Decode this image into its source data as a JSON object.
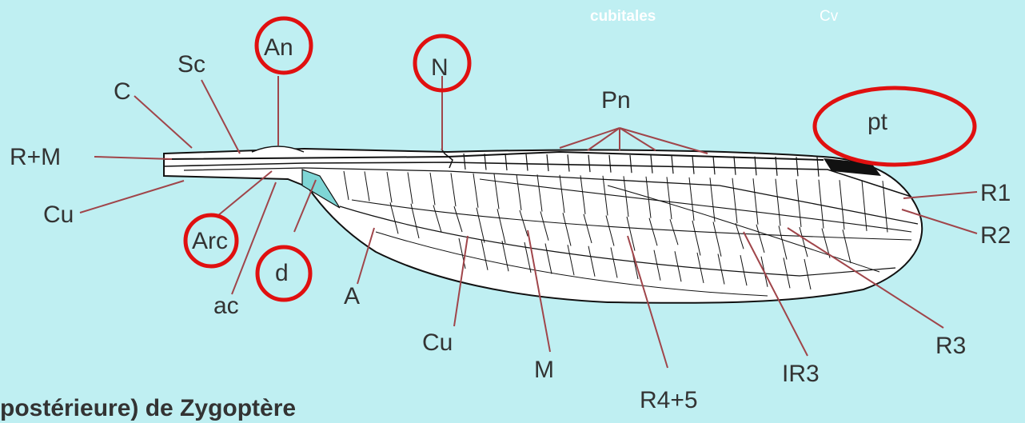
{
  "labels": {
    "cubitales": "cubitales",
    "cv": "Cv",
    "sc": "Sc",
    "an": "An",
    "n": "N",
    "c": "C",
    "pn": "Pn",
    "pt": "pt",
    "rm": "R+M",
    "cu_left": "Cu",
    "r1": "R1",
    "r2": "R2",
    "arc": "Arc",
    "d": "d",
    "ac": "ac",
    "a": "A",
    "cu_bottom": "Cu",
    "m": "M",
    "r3": "R3",
    "ir3": "IR3",
    "r45": "R4+5"
  },
  "caption": "postérieure) de Zygoptère",
  "colors": {
    "background": "#bfeff2",
    "leader": "#a0454a",
    "highlight": "#e01010",
    "label": "#333333",
    "pterostigma": "#111111",
    "discoidal_cell": "#7fd6d6"
  }
}
